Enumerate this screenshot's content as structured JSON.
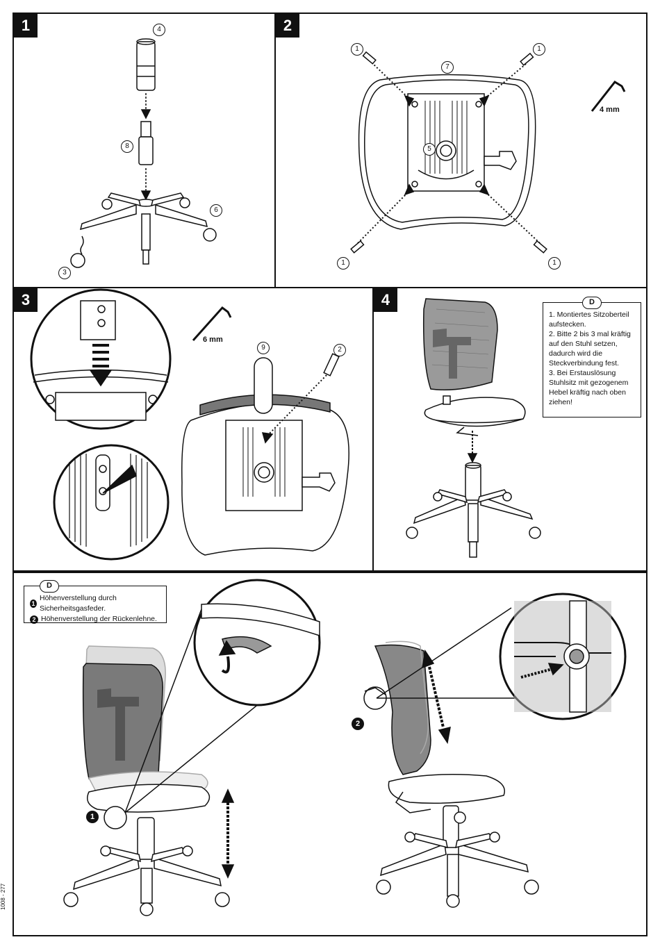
{
  "steps": {
    "step1": {
      "number": "1",
      "parts": [
        "4",
        "8",
        "6",
        "3"
      ]
    },
    "step2": {
      "number": "2",
      "parts": [
        "1",
        "1",
        "7",
        "5",
        "1",
        "1"
      ],
      "tool": "4 mm"
    },
    "step3": {
      "number": "3",
      "parts": [
        "9",
        "2"
      ],
      "tool": "6 mm"
    },
    "step4": {
      "number": "4",
      "lang": "D",
      "instructions": [
        "1. Montiertes Sitzoberteil aufstecken.",
        "2. Bitte 2 bis 3 mal kräftig auf den Stuhl setzen, dadurch wird die Steckverbindung fest.",
        "3. Bei Erstauslösung Stuhlsitz mit gezogenem Hebel kräftig nach oben ziehen!"
      ]
    }
  },
  "adjust": {
    "lang": "D",
    "items": [
      {
        "marker": "1",
        "text": "Höhenverstellung durch Sicherheitsgasfeder."
      },
      {
        "marker": "2",
        "text": "Höhenverstellung der Rückenlehne."
      }
    ]
  },
  "doc_code": "1008 - 277"
}
